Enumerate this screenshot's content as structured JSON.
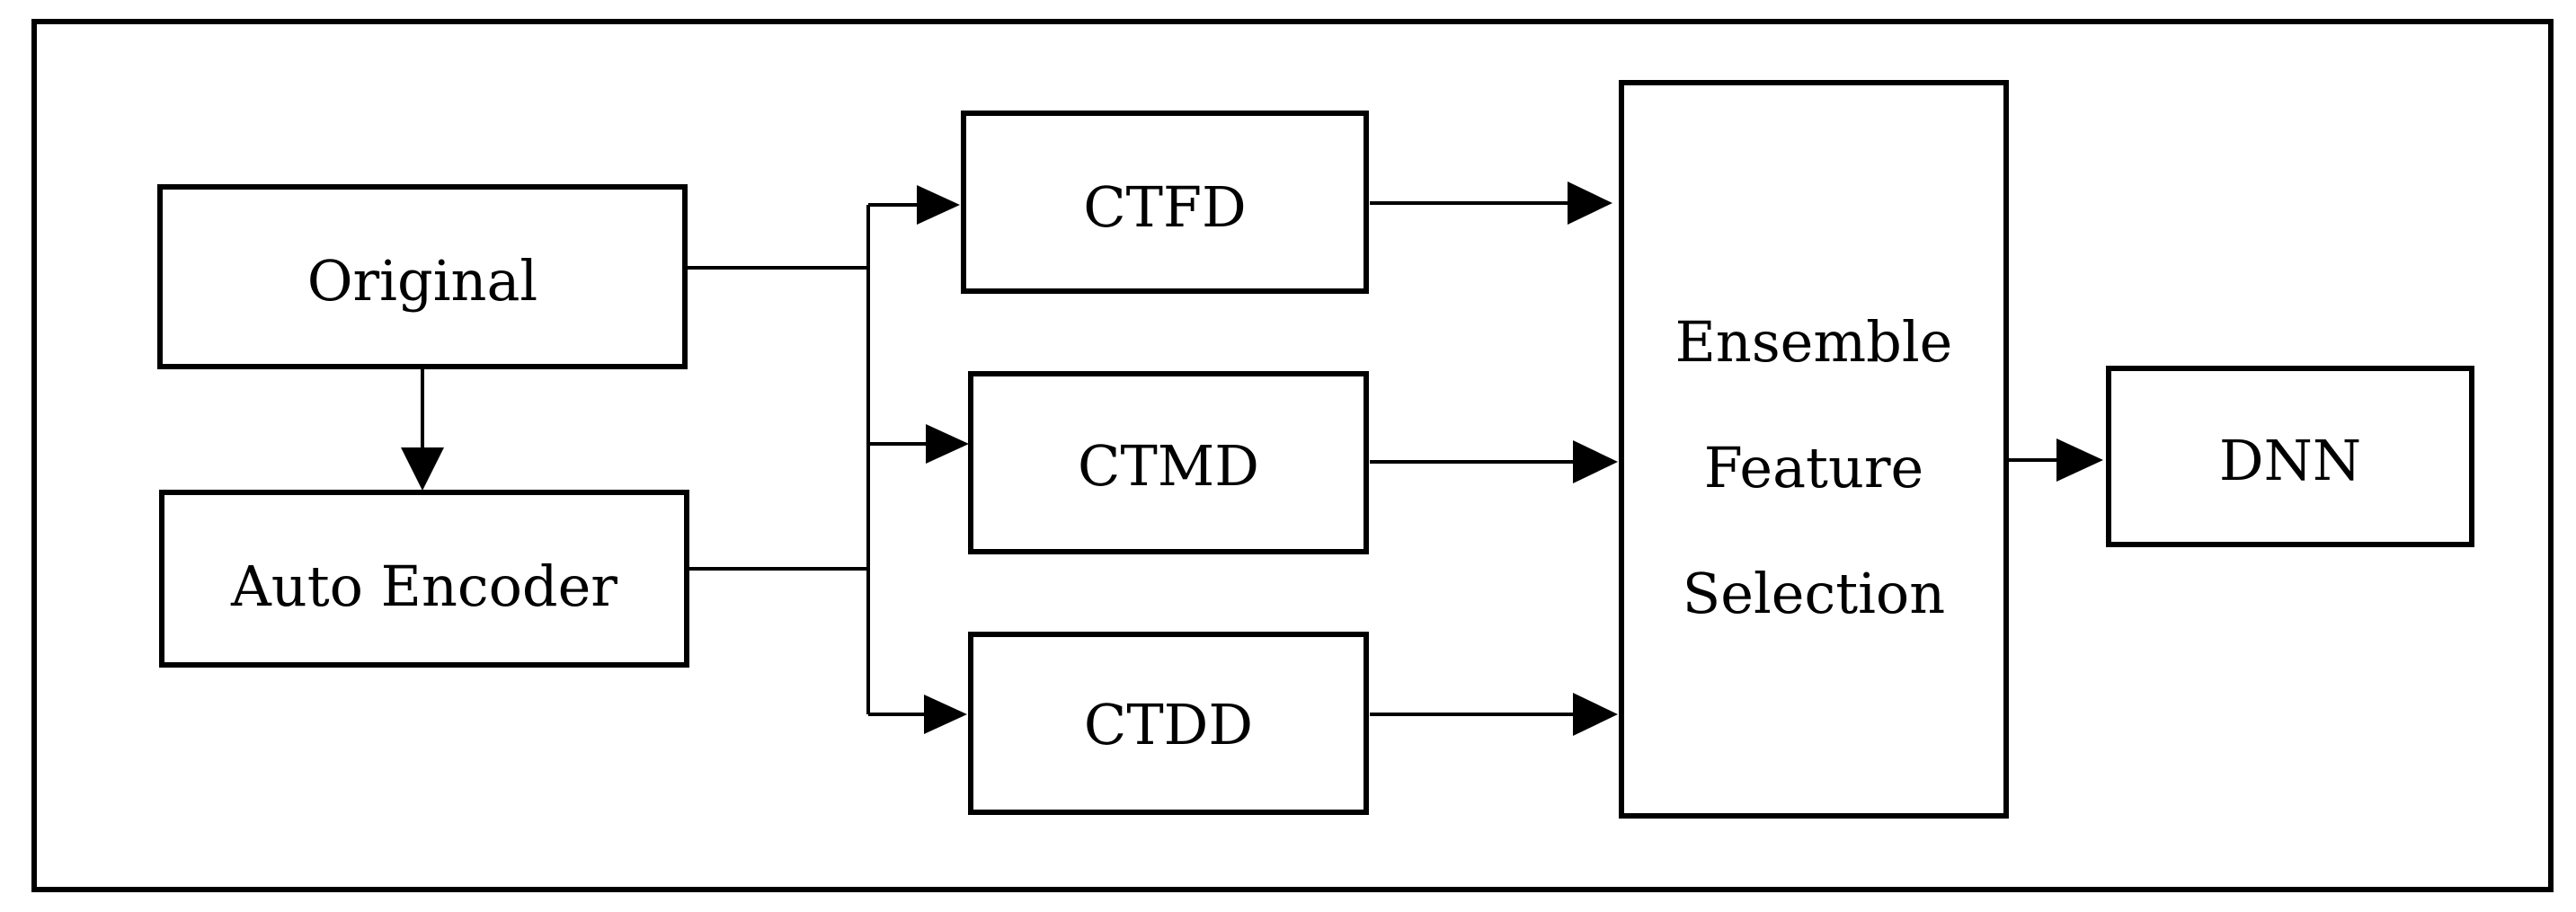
{
  "diagram": {
    "nodes": {
      "original": "Original",
      "auto_encoder": "Auto Encoder",
      "ctfd": "CTFD",
      "ctmd": "CTMD",
      "ctdd": "CTDD",
      "ensemble": [
        "Ensemble",
        "Feature",
        "Selection"
      ],
      "dnn": "DNN"
    },
    "edges": [
      {
        "from": "original",
        "to": "auto_encoder"
      },
      {
        "from": "original",
        "to": "ctfd"
      },
      {
        "from": "original",
        "to": "ctmd"
      },
      {
        "from": "original",
        "to": "ctdd"
      },
      {
        "from": "auto_encoder",
        "to": "ctfd"
      },
      {
        "from": "auto_encoder",
        "to": "ctmd"
      },
      {
        "from": "auto_encoder",
        "to": "ctdd"
      },
      {
        "from": "ctfd",
        "to": "ensemble"
      },
      {
        "from": "ctmd",
        "to": "ensemble"
      },
      {
        "from": "ctdd",
        "to": "ensemble"
      },
      {
        "from": "ensemble",
        "to": "dnn"
      }
    ],
    "colors": {
      "stroke": "#000000",
      "background": "#ffffff"
    }
  }
}
